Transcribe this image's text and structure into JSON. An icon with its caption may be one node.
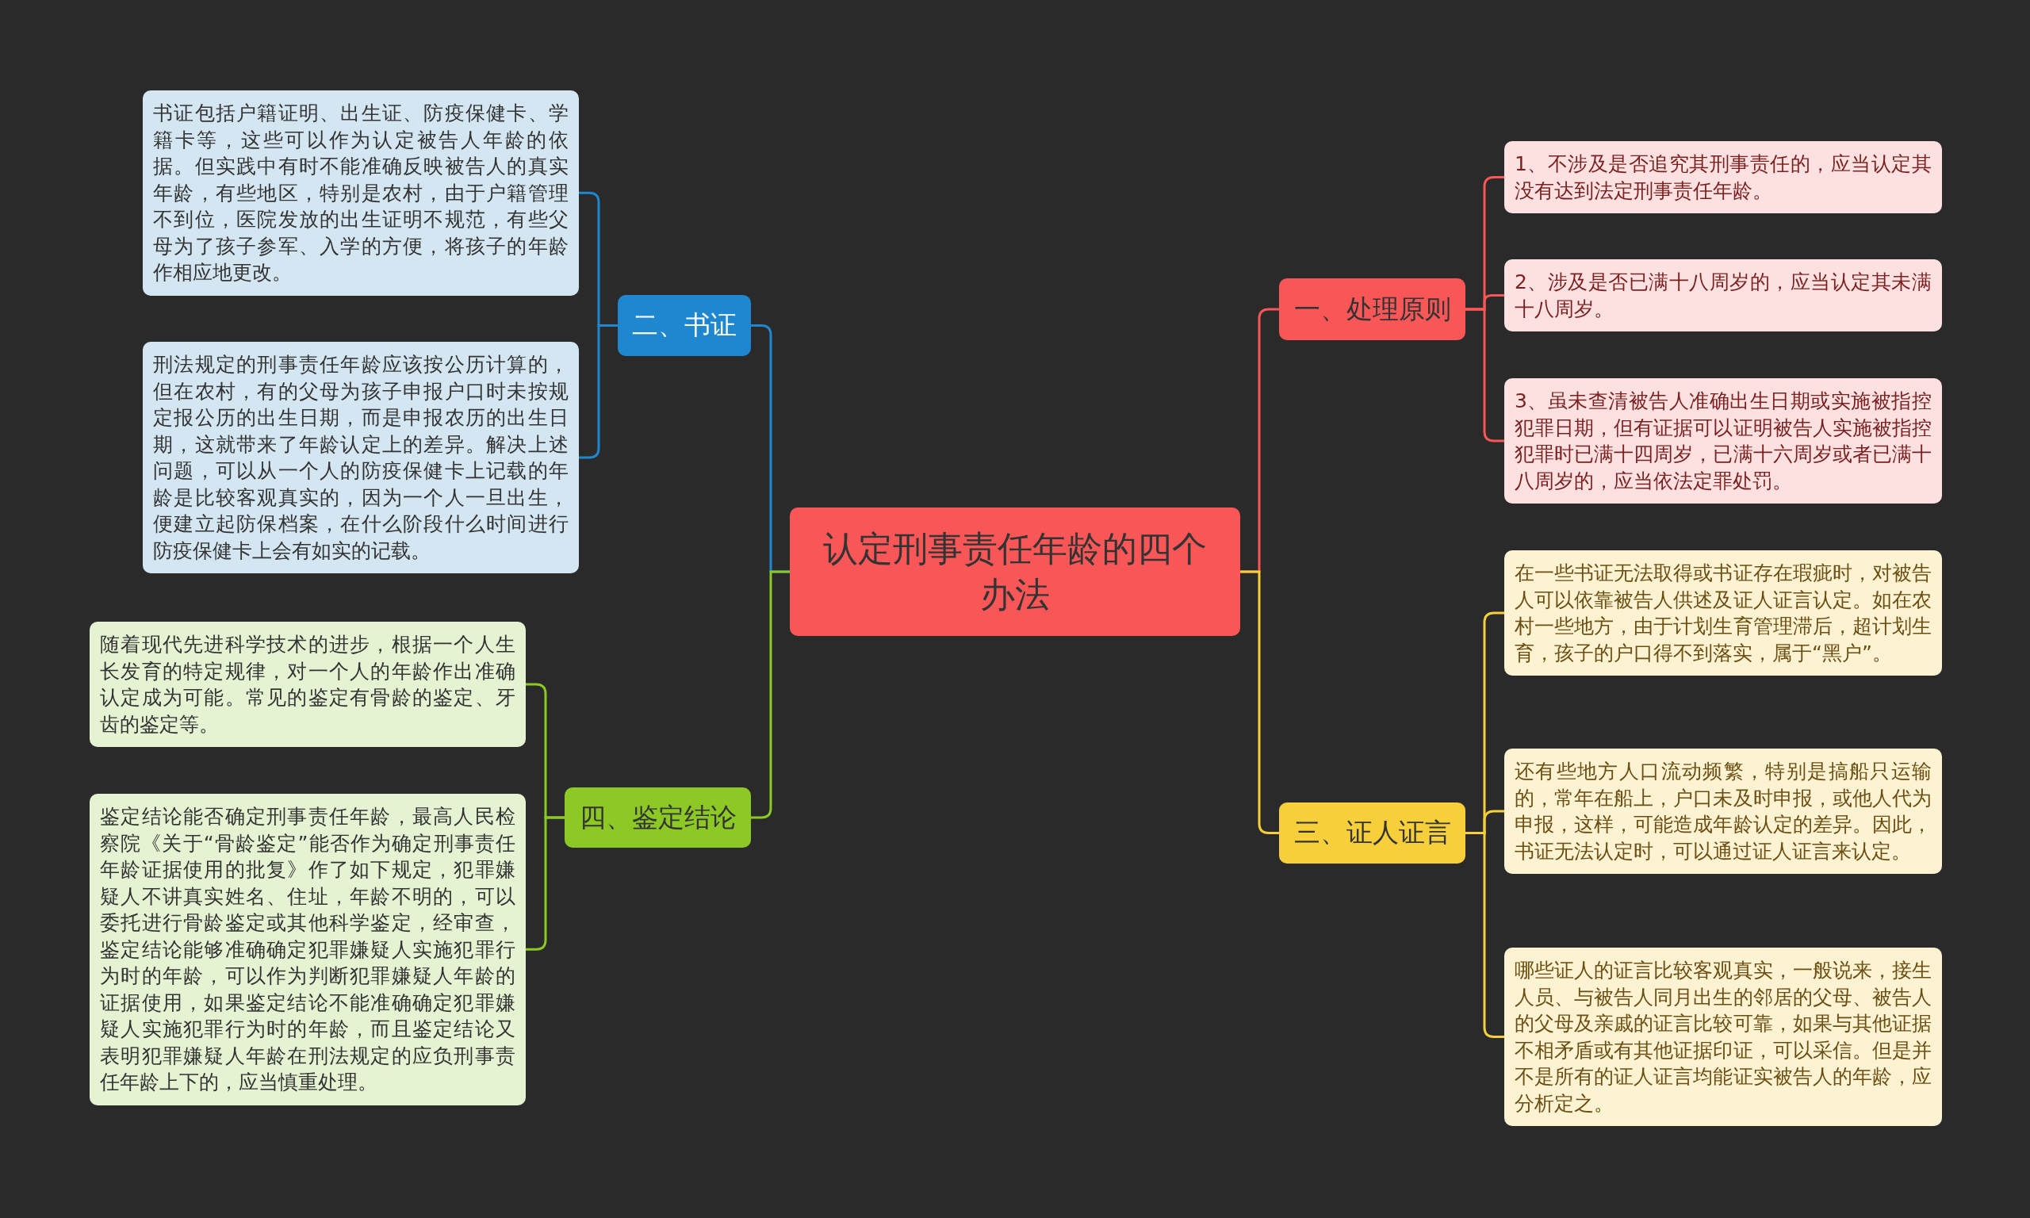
{
  "diagram": {
    "nodes": [
      {
        "text": [
          "认定刑事责任年龄的四个办法"
        ]
      },
      {
        "text": [
          "一、处理原则"
        ]
      },
      {
        "text": [
          "1、不涉及是否追究其刑事责任的，应当认定其没有达到法定刑事责任年龄。"
        ]
      },
      {
        "text": [
          "2、涉及是否已满十八周岁的，应当认定其未满十八周岁。"
        ]
      },
      {
        "text": [
          "3、虽未查清被告人准确出生日期或实施被指控犯罪日期，但有证据可以证明被告人实施被指控犯罪时已满十四周岁，已满十六周岁或者已满十八周岁的，应当依法定罪处罚。"
        ]
      },
      {
        "text": [
          "二、书证"
        ]
      },
      {
        "text": [
          "书证包括户籍证明、出生证、防疫保健卡、学籍卡等，这些可以作为认定被告人年龄的依据。但实践中有时不能准确反映被告人的真实年龄，有些地区，特别是农村，由于户籍管理不到位，医院发放的出生证明不规范，有些父母为了孩子参军、入学的方便，将孩子的年龄作相应地更改。"
        ]
      },
      {
        "text": [
          "刑法规定的刑事责任年龄应该按公历计算的，但在农村，有的父母为孩子申报户口时未按规定报公历的出生日期，而是申报农历的出生日期，这就带来了年龄认定上的差异。解决上述问题，可以从一个人的防疫保健卡上记载的年龄是比较客观真实的，因为一个人一旦出生，便建立起防保档案，在什么阶段什么时间进行防疫保健卡上会有如实的记载。"
        ]
      },
      {
        "text": [
          "三、证人证言"
        ]
      },
      {
        "text": [
          "在一些书证无法取得或书证存在瑕疵时，对被告人可以依靠被告人供述及证人证言认定。如在农村一些地方，由于计划生育管理滞后，超计划生育，孩子的户口得不到落实，属于“黑户”。"
        ]
      },
      {
        "text": [
          "还有些地方人口流动频繁，特别是搞船只运输的，常年在船上，户口未及时申报，或他人代为申报，这样，可能造成年龄认定的差异。因此，书证无法认定时，可以通过证人证言来认定。"
        ]
      },
      {
        "text": [
          "哪些证人的证言比较客观真实，一般说来，接生人员、与被告人同月出生的邻居的父母、被告人的父母及亲戚的证言比较可靠，如果与其他证据不相矛盾或有其他证据印证，可以采信。但是并不是所有的证人证言均能证实被告人的年龄，应分析定之。"
        ]
      },
      {
        "text": [
          "四、鉴定结论"
        ]
      },
      {
        "text": [
          "随着现代先进科学技术的进步，根据一个人生长发育的特定规律，对一个人的年龄作出准确认定成为可能。常见的鉴定有骨龄的鉴定、牙齿的鉴定等。"
        ]
      },
      {
        "text": [
          "鉴定结论能否确定刑事责任年龄，最高人民检察院《关于“骨龄鉴定”能否作为确定刑事责任年龄证据使用的批复》作了如下规定，犯罪嫌疑人不讲真实姓名、住址，年龄不明的，可以委托进行骨龄鉴定或其他科学鉴定，经审查，鉴定结论能够准确确定犯罪嫌疑人实施犯罪行为时的年龄，可以作为判断犯罪嫌疑人年龄的证据使用，如果鉴定结论不能准确确定犯罪嫌疑人实施犯罪行为时的年龄，而且鉴定结论又表明犯罪嫌疑人年龄在刑法规定的应负刑事责任年龄上下的，应当慎重处理。"
        ]
      }
    ],
    "edges": [
      {
        "from": 0,
        "to": 1,
        "arrow": "none",
        "color": "#f95757"
      },
      {
        "from": 0,
        "to": 5,
        "arrow": "none",
        "color": "#1f87d0"
      },
      {
        "from": 0,
        "to": 8,
        "arrow": "none",
        "color": "#f7cf3a"
      },
      {
        "from": 0,
        "to": 12,
        "arrow": "none",
        "color": "#8cc925"
      },
      {
        "from": 1,
        "to": 2,
        "arrow": "none",
        "color": "#f95757"
      },
      {
        "from": 1,
        "to": 3,
        "arrow": "none",
        "color": "#f95757"
      },
      {
        "from": 1,
        "to": 4,
        "arrow": "none",
        "color": "#f95757"
      },
      {
        "from": 5,
        "to": 6,
        "arrow": "none",
        "color": "#1f87d0"
      },
      {
        "from": 5,
        "to": 7,
        "arrow": "none",
        "color": "#1f87d0"
      },
      {
        "from": 8,
        "to": 9,
        "arrow": "none",
        "color": "#f7cf3a"
      },
      {
        "from": 8,
        "to": 10,
        "arrow": "none",
        "color": "#f7cf3a"
      },
      {
        "from": 8,
        "to": 11,
        "arrow": "none",
        "color": "#f7cf3a"
      },
      {
        "from": 12,
        "to": 13,
        "arrow": "none",
        "color": "#8cc925"
      },
      {
        "from": 12,
        "to": 14,
        "arrow": "none",
        "color": "#8cc925"
      }
    ]
  }
}
